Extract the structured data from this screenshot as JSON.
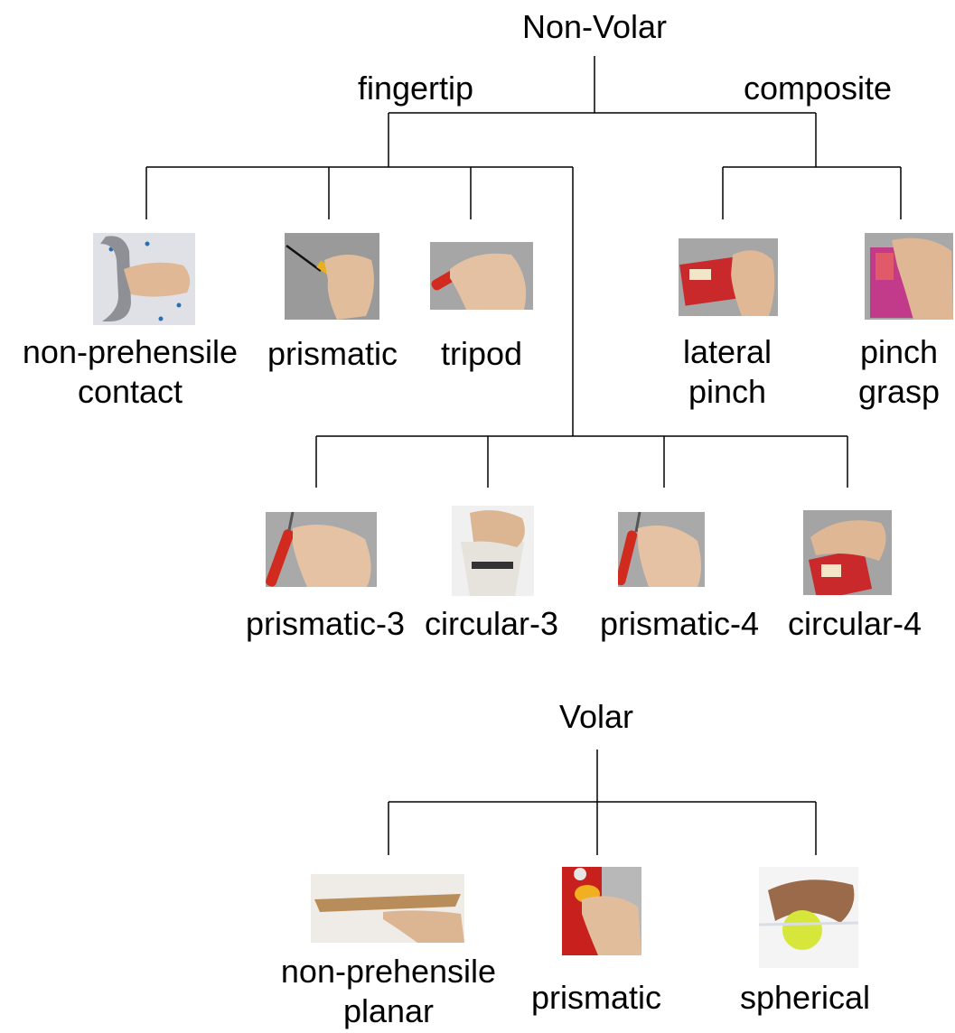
{
  "non_volar": {
    "title": "Non-Volar",
    "fingertip": "fingertip",
    "composite": "composite",
    "grasps": {
      "non_prehensile_contact": [
        "non-prehensile",
        "contact"
      ],
      "prismatic": "prismatic",
      "tripod": "tripod",
      "lateral_pinch": [
        "lateral",
        "pinch"
      ],
      "pinch_grasp": [
        "pinch",
        "grasp"
      ],
      "prismatic_3": "prismatic-3",
      "circular_3": "circular-3",
      "prismatic_4": "prismatic-4",
      "circular_4": "circular-4"
    }
  },
  "volar": {
    "title": "Volar",
    "grasps": {
      "non_prehensile_planar": [
        "non-prehensile",
        "planar"
      ],
      "prismatic": "prismatic",
      "spherical": "spherical"
    }
  },
  "colors": {
    "line": "#000000",
    "skin": "#e3bfa0",
    "wall": "#dcdcdc",
    "red": "#d12a1e"
  }
}
